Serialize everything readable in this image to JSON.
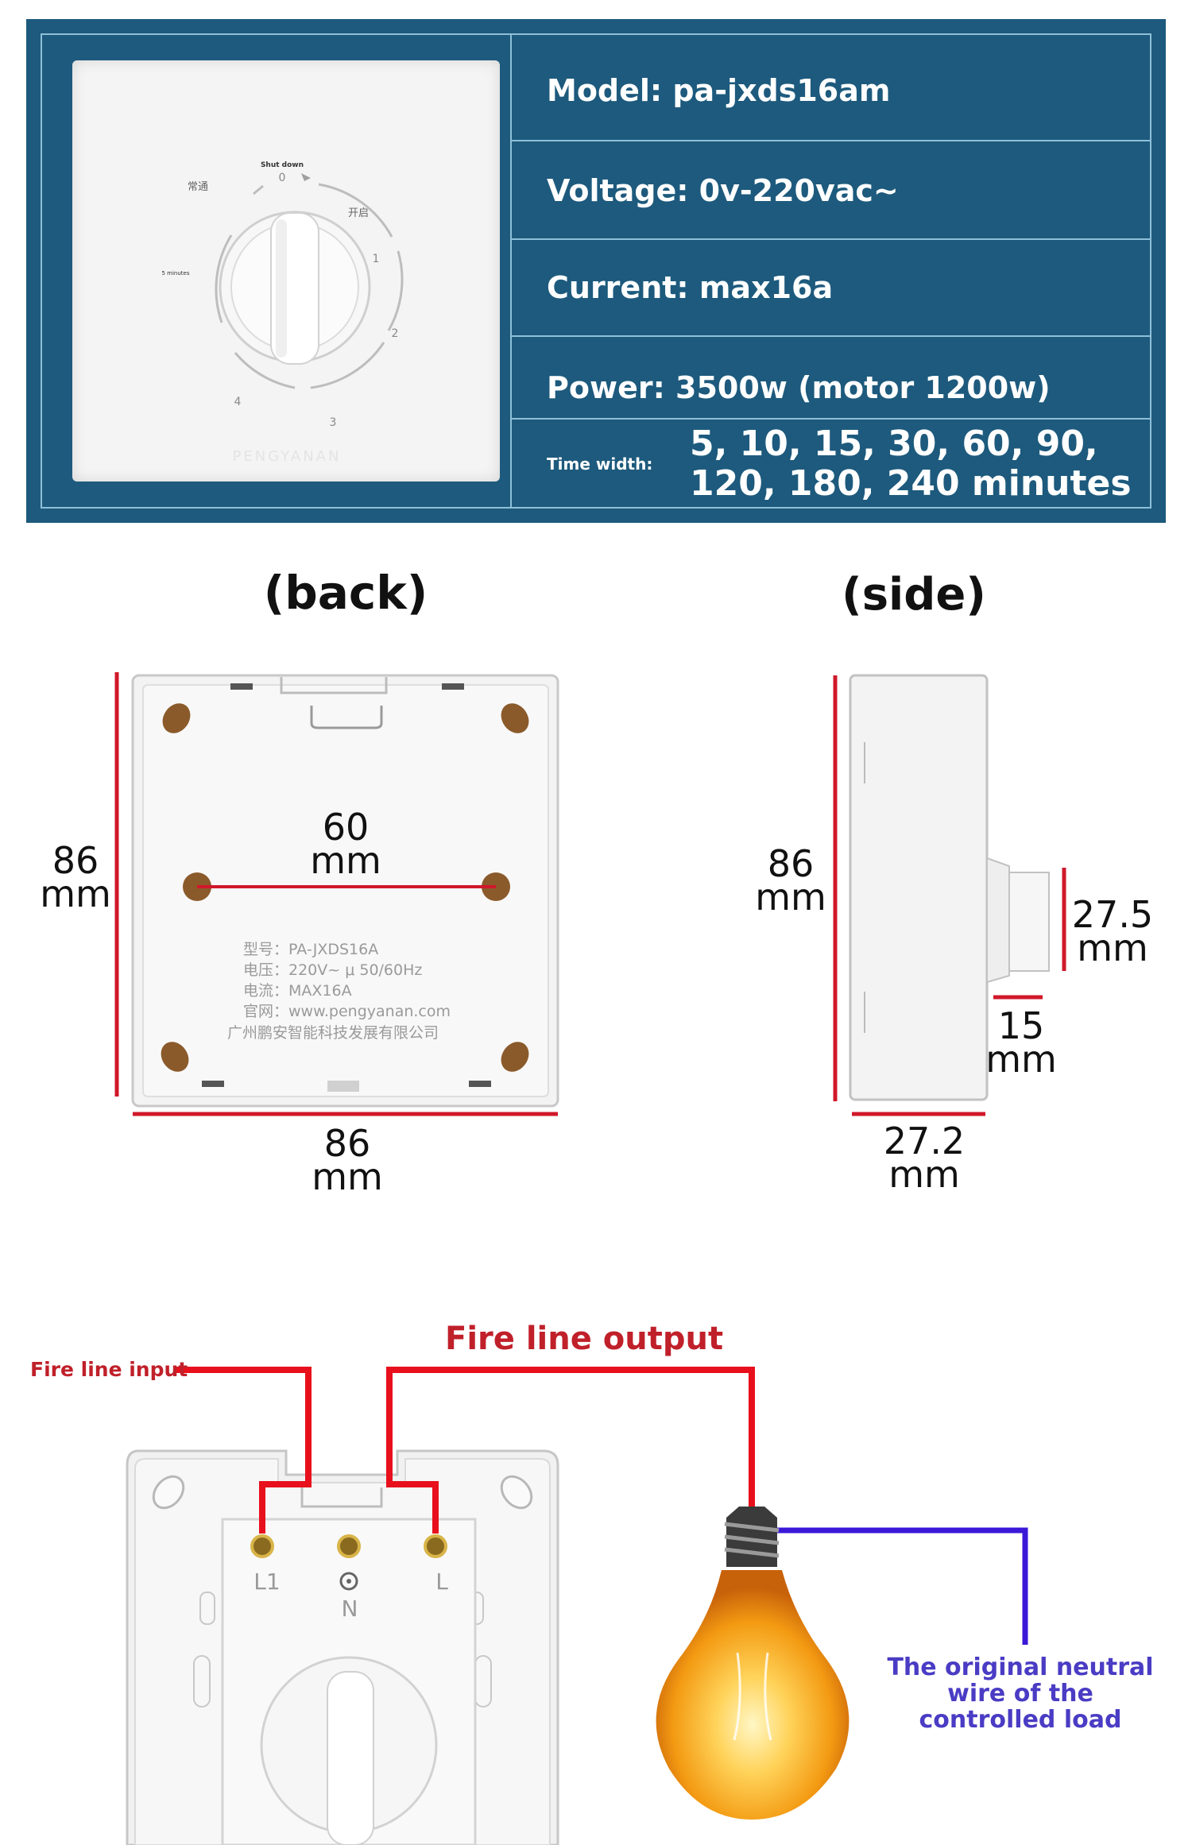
{
  "specs": {
    "model": "Model: pa-jxds16am",
    "voltage": "Voltage: 0v-220vac~",
    "current": "Current: max16a",
    "power": "Power: 3500w (motor 1200w)",
    "time_label": "Time width:",
    "time_value": "5, 10, 15, 30, 60, 90, 120, 180, 240 minutes"
  },
  "dial": {
    "shutdown": "Shut down",
    "always_on": "常通",
    "open": "开启",
    "five_minutes": "5 minutes",
    "n0": "0",
    "n1": "1",
    "n2": "2",
    "n3": "3",
    "n4": "4",
    "brand": "PENGYANAN"
  },
  "back_view": {
    "title": "(back)",
    "width": "86 mm",
    "height": "86 mm",
    "hole_spacing": "60 mm",
    "label_lines": [
      "型号：PA-JXDS16A",
      "电压：220V~  μ 50/60Hz",
      "电流：MAX16A",
      "官网：www.pengyanan.com",
      "广州鹏安智能科技发展有限公司"
    ]
  },
  "side_view": {
    "title": "(side)",
    "height": "86 mm",
    "knob_height": "27.5 mm",
    "knob_depth": "15 mm",
    "depth": "27.2 mm"
  },
  "wiring": {
    "fire_input": "Fire line input",
    "fire_output": "Fire line output",
    "terminal_l1": "L1",
    "terminal_n": "N",
    "terminal_l": "L",
    "neutral_note": "The original neutral wire of the controlled load"
  },
  "colors": {
    "banner": "#1d5a7d",
    "dimension_red": "#d0182a",
    "live_wire": "#e8101c",
    "neutral_wire": "#3b18d8",
    "label_red": "#c0202a",
    "label_blue": "#4a3cc4"
  }
}
